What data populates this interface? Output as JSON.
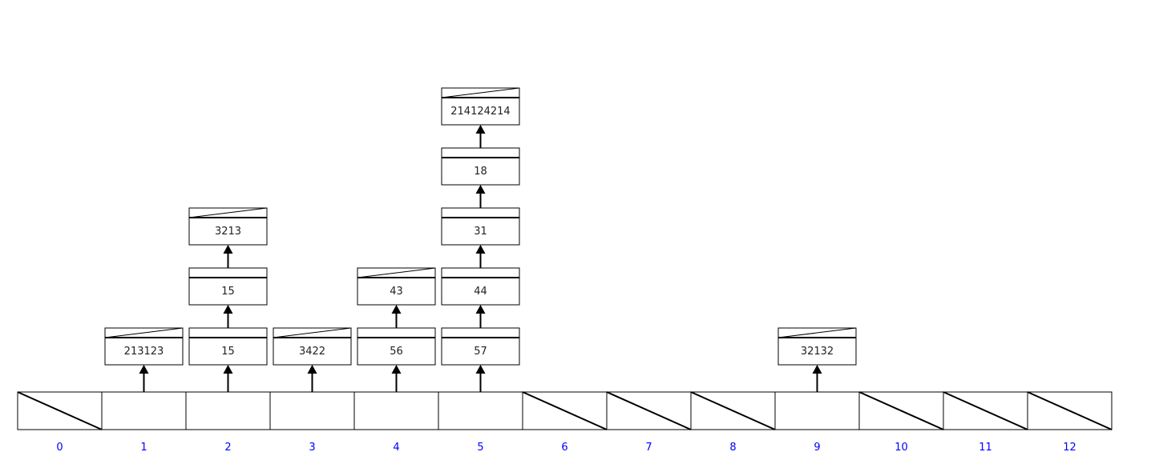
{
  "colors": {
    "index_label": "#0000ff",
    "stroke": "#000000",
    "background": "#ffffff"
  },
  "buckets": [
    {
      "index": "0",
      "chain": []
    },
    {
      "index": "1",
      "chain": [
        "213123"
      ]
    },
    {
      "index": "2",
      "chain": [
        "15",
        "15",
        "3213"
      ]
    },
    {
      "index": "3",
      "chain": [
        "3422"
      ]
    },
    {
      "index": "4",
      "chain": [
        "56",
        "43"
      ]
    },
    {
      "index": "5",
      "chain": [
        "57",
        "44",
        "31",
        "18",
        "214124214"
      ]
    },
    {
      "index": "6",
      "chain": []
    },
    {
      "index": "7",
      "chain": []
    },
    {
      "index": "8",
      "chain": []
    },
    {
      "index": "9",
      "chain": [
        "32132"
      ]
    },
    {
      "index": "10",
      "chain": []
    },
    {
      "index": "11",
      "chain": []
    },
    {
      "index": "12",
      "chain": []
    }
  ]
}
